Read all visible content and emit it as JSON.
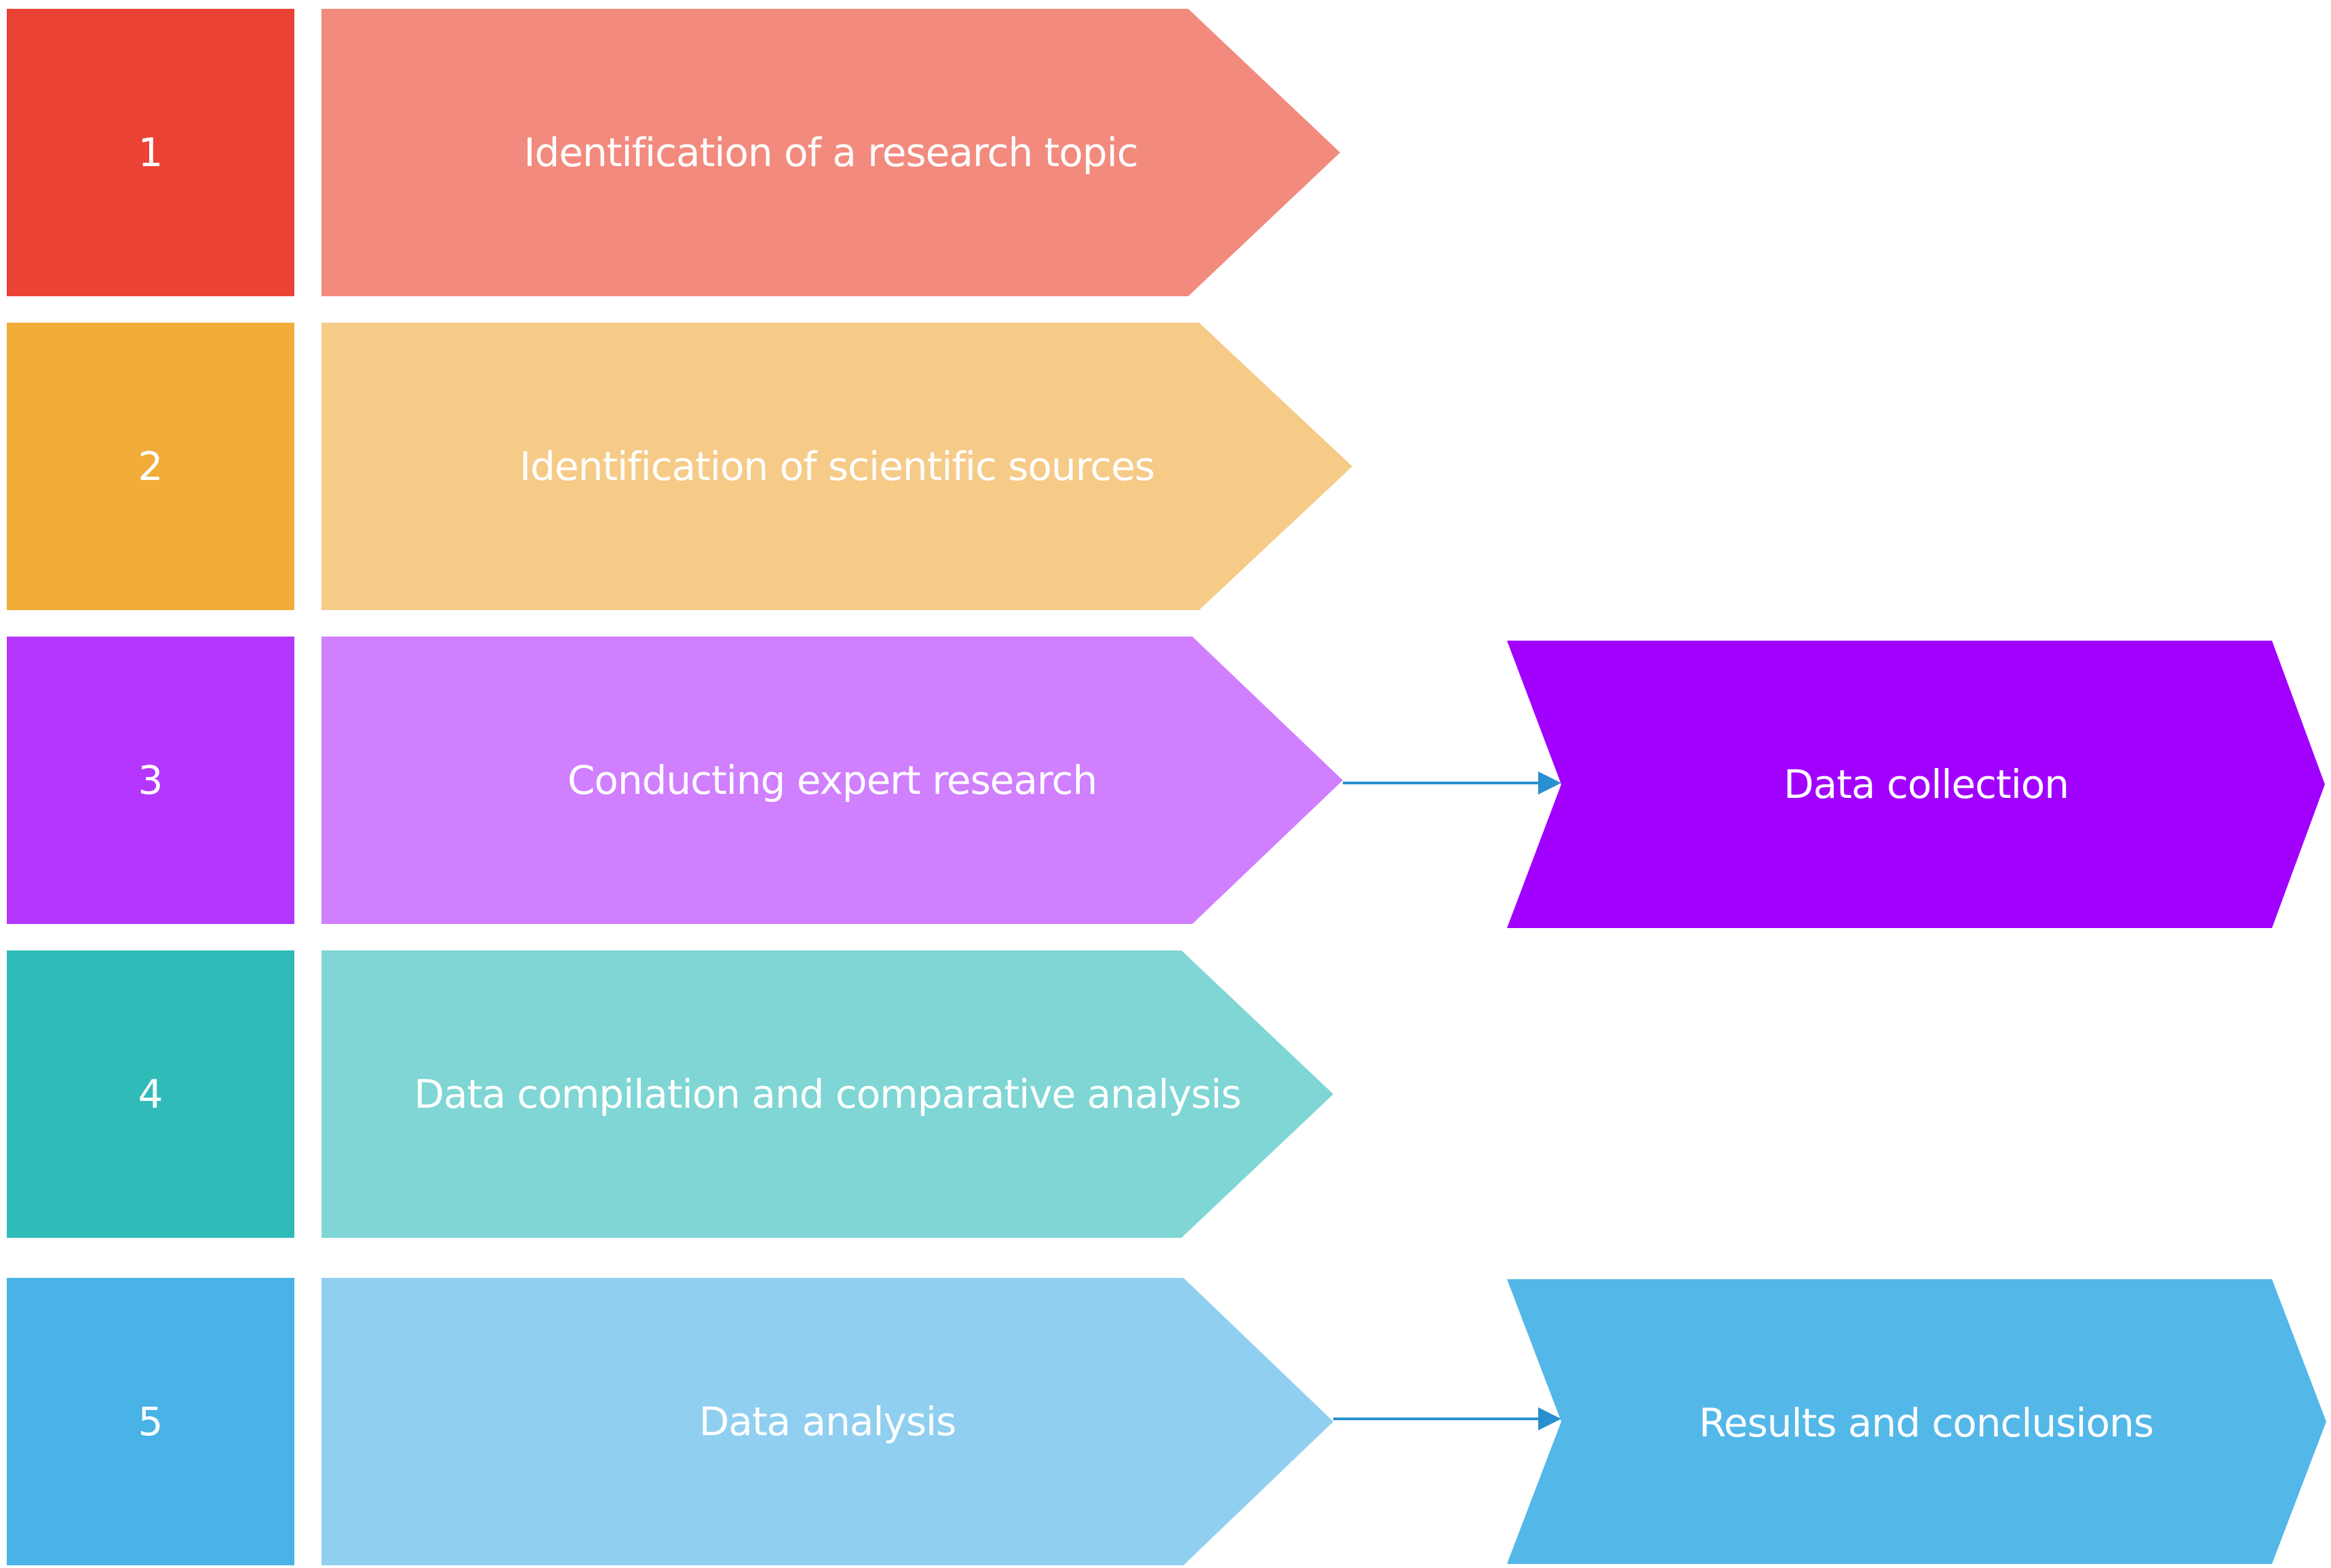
{
  "steps": [
    {
      "number": "1",
      "label": "Identification of a research topic",
      "num_color": "#EA4335",
      "arrow_color": "#F28A7E"
    },
    {
      "number": "2",
      "label": "Identification of scientific sources",
      "num_color": "#F2AC3A",
      "arrow_color": "#F6CB88"
    },
    {
      "number": "3",
      "label": "Conducting expert research",
      "num_color": "#B536FF",
      "arrow_color": "#D07FFF"
    },
    {
      "number": "4",
      "label": "Data compilation and comparative analysis",
      "num_color": "#31BBB8",
      "arrow_color": "#7FD6D4"
    },
    {
      "number": "5",
      "label": "Data analysis",
      "num_color": "#49B2E6",
      "arrow_color": "#90CFF0"
    }
  ],
  "outcomes": [
    {
      "label": "Data collection",
      "color": "#A100FF"
    },
    {
      "label": "Results and conclusions",
      "color": "#53B7E8"
    }
  ],
  "connector_color": "#2A8FD0"
}
